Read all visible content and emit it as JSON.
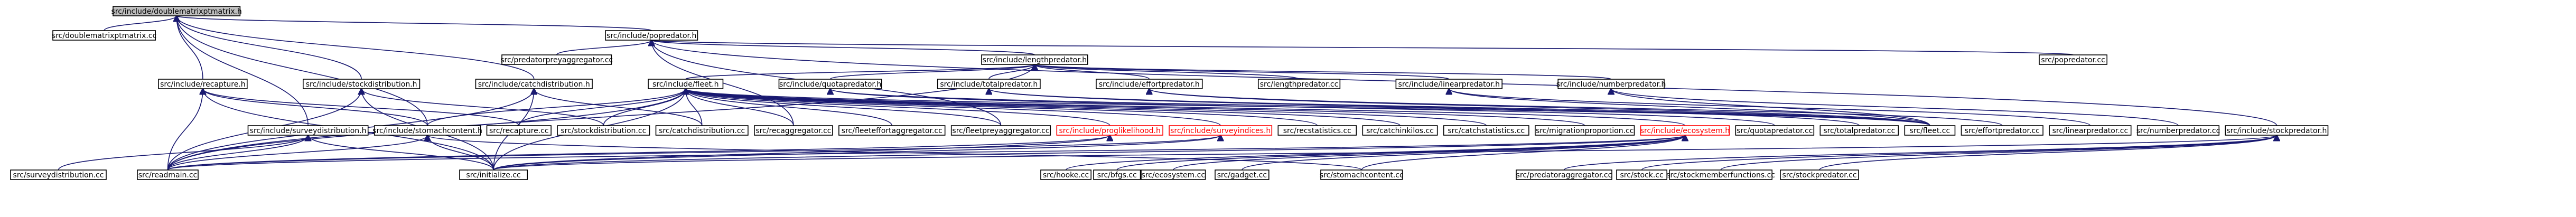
{
  "graph": {
    "colors": {
      "edge": "#191970",
      "root_fill": "#bfbfbf",
      "node_border": "#000000",
      "highlight": "#ff0000"
    },
    "nodes": [
      {
        "id": "root",
        "label": "src/include/doublematrixptmatrix.h",
        "style": "root"
      },
      {
        "id": "dmx_cc",
        "label": "src/doublematrixptmatrix.cc"
      },
      {
        "id": "popp",
        "label": "src/include/popredator.h"
      },
      {
        "id": "recap",
        "label": "src/include/recapture.h"
      },
      {
        "id": "stockd",
        "label": "src/include/stockdistribution.h"
      },
      {
        "id": "catchd",
        "label": "src/include/catchdistribution.h"
      },
      {
        "id": "survd",
        "label": "src/include/surveydistribution.h"
      },
      {
        "id": "predpreyagg",
        "label": "src/predatorpreyaggregator.cc"
      },
      {
        "id": "lenpred",
        "label": "src/include/lengthpredator.h"
      },
      {
        "id": "popp_cc",
        "label": "src/popredator.cc"
      },
      {
        "id": "fleet",
        "label": "src/include/fleet.h"
      },
      {
        "id": "quotap",
        "label": "src/include/quotapredator.h"
      },
      {
        "id": "totalp",
        "label": "src/include/totalpredator.h"
      },
      {
        "id": "effortp",
        "label": "src/include/effortpredator.h"
      },
      {
        "id": "lenpred_cc",
        "label": "src/lengthpredator.cc"
      },
      {
        "id": "linearp",
        "label": "src/include/linearpredator.h"
      },
      {
        "id": "nump",
        "label": "src/include/numberpredator.h"
      },
      {
        "id": "stomach",
        "label": "src/include/stomachcontent.h"
      },
      {
        "id": "recap_cc",
        "label": "src/recapture.cc"
      },
      {
        "id": "stockd_cc",
        "label": "src/stockdistribution.cc"
      },
      {
        "id": "catchd_cc",
        "label": "src/catchdistribution.cc"
      },
      {
        "id": "recagg",
        "label": "src/recaggregator.cc"
      },
      {
        "id": "fleeteffagg",
        "label": "src/fleeteffortaggregator.cc"
      },
      {
        "id": "fleetpreyagg",
        "label": "src/fleetpreyaggregator.cc"
      },
      {
        "id": "proglik",
        "label": "src/include/proglikelihood.h",
        "style": "red"
      },
      {
        "id": "survidx",
        "label": "src/include/surveyindices.h",
        "style": "red"
      },
      {
        "id": "recstat",
        "label": "src/recstatistics.cc"
      },
      {
        "id": "catchinkilos",
        "label": "src/catchinkilos.cc"
      },
      {
        "id": "catchstat",
        "label": "src/catchstatistics.cc"
      },
      {
        "id": "migprop",
        "label": "src/migrationproportion.cc"
      },
      {
        "id": "ecosys",
        "label": "src/include/ecosystem.h",
        "style": "red"
      },
      {
        "id": "quotap_cc",
        "label": "src/quotapredator.cc"
      },
      {
        "id": "totalp_cc",
        "label": "src/totalpredator.cc"
      },
      {
        "id": "fleet_cc",
        "label": "src/fleet.cc"
      },
      {
        "id": "effortp_cc",
        "label": "src/effortpredator.cc"
      },
      {
        "id": "linearp_cc",
        "label": "src/linearpredator.cc"
      },
      {
        "id": "nump_cc",
        "label": "src/numberpredator.cc"
      },
      {
        "id": "stockp",
        "label": "src/include/stockpredator.h"
      },
      {
        "id": "survd_cc",
        "label": "src/surveydistribution.cc"
      },
      {
        "id": "readmain",
        "label": "src/readmain.cc"
      },
      {
        "id": "initialize",
        "label": "src/initialize.cc"
      },
      {
        "id": "hooke",
        "label": "src/hooke.cc"
      },
      {
        "id": "bfgs",
        "label": "src/bfgs.cc"
      },
      {
        "id": "ecosys_cc",
        "label": "src/ecosystem.cc"
      },
      {
        "id": "gadget",
        "label": "src/gadget.cc"
      },
      {
        "id": "stomach_cc",
        "label": "src/stomachcontent.cc"
      },
      {
        "id": "predagg",
        "label": "src/predatoraggregator.cc"
      },
      {
        "id": "stock_cc",
        "label": "src/stock.cc"
      },
      {
        "id": "stockmember",
        "label": "src/stockmemberfunctions.cc"
      },
      {
        "id": "stockp_cc",
        "label": "src/stockpredator.cc"
      }
    ],
    "edges": [
      [
        "root",
        "dmx_cc"
      ],
      [
        "root",
        "popp"
      ],
      [
        "root",
        "recap"
      ],
      [
        "root",
        "stockd"
      ],
      [
        "root",
        "catchd"
      ],
      [
        "root",
        "survd"
      ],
      [
        "root",
        "stomach"
      ],
      [
        "popp",
        "predpreyagg"
      ],
      [
        "popp",
        "lenpred"
      ],
      [
        "popp",
        "popp_cc"
      ],
      [
        "popp",
        "stockp"
      ],
      [
        "popp",
        "recagg"
      ],
      [
        "popp",
        "fleetpreyagg"
      ],
      [
        "lenpred",
        "fleet"
      ],
      [
        "lenpred",
        "quotap"
      ],
      [
        "lenpred",
        "totalp"
      ],
      [
        "lenpred",
        "effortp"
      ],
      [
        "lenpred",
        "lenpred_cc"
      ],
      [
        "lenpred",
        "linearp"
      ],
      [
        "lenpred",
        "nump"
      ],
      [
        "lenpred",
        "readmain"
      ],
      [
        "fleet",
        "recap_cc"
      ],
      [
        "fleet",
        "stockd_cc"
      ],
      [
        "fleet",
        "catchd_cc"
      ],
      [
        "fleet",
        "recagg"
      ],
      [
        "fleet",
        "fleeteffagg"
      ],
      [
        "fleet",
        "fleetpreyagg"
      ],
      [
        "fleet",
        "proglik"
      ],
      [
        "fleet",
        "survidx"
      ],
      [
        "fleet",
        "recstat"
      ],
      [
        "fleet",
        "catchinkilos"
      ],
      [
        "fleet",
        "catchstat"
      ],
      [
        "fleet",
        "migprop"
      ],
      [
        "fleet",
        "ecosys"
      ],
      [
        "fleet",
        "fleet_cc"
      ],
      [
        "fleet",
        "stomach"
      ],
      [
        "fleet",
        "initialize"
      ],
      [
        "fleet",
        "readmain"
      ],
      [
        "quotap",
        "quotap_cc"
      ],
      [
        "quotap",
        "fleet_cc"
      ],
      [
        "totalp",
        "totalp_cc"
      ],
      [
        "totalp",
        "fleet_cc"
      ],
      [
        "effortp",
        "effortp_cc"
      ],
      [
        "effortp",
        "fleet_cc"
      ],
      [
        "linearp",
        "linearp_cc"
      ],
      [
        "linearp",
        "fleet_cc"
      ],
      [
        "nump",
        "nump_cc"
      ],
      [
        "nump",
        "fleet_cc"
      ],
      [
        "recap",
        "recap_cc"
      ],
      [
        "recap",
        "stomach"
      ],
      [
        "recap",
        "readmain"
      ],
      [
        "recap",
        "initialize"
      ],
      [
        "stockd",
        "stockd_cc"
      ],
      [
        "stockd",
        "readmain"
      ],
      [
        "stockd",
        "initialize"
      ],
      [
        "catchd",
        "catchd_cc"
      ],
      [
        "catchd",
        "readmain"
      ],
      [
        "catchd",
        "initialize"
      ],
      [
        "survd",
        "survd_cc"
      ],
      [
        "survd",
        "readmain"
      ],
      [
        "survd",
        "initialize"
      ],
      [
        "stomach",
        "stomach_cc"
      ],
      [
        "stomach",
        "readmain"
      ],
      [
        "stomach",
        "initialize"
      ],
      [
        "proglik",
        "readmain"
      ],
      [
        "proglik",
        "initialize"
      ],
      [
        "survidx",
        "readmain"
      ],
      [
        "survidx",
        "initialize"
      ],
      [
        "ecosys",
        "hooke"
      ],
      [
        "ecosys",
        "bfgs"
      ],
      [
        "ecosys",
        "ecosys_cc"
      ],
      [
        "ecosys",
        "gadget"
      ],
      [
        "ecosys",
        "readmain"
      ],
      [
        "ecosys",
        "initialize"
      ],
      [
        "ecosys",
        "stomach_cc"
      ],
      [
        "stockp",
        "predagg"
      ],
      [
        "stockp",
        "stock_cc"
      ],
      [
        "stockp",
        "stockmember"
      ],
      [
        "stockp",
        "stockp_cc"
      ],
      [
        "stockp",
        "initialize"
      ]
    ]
  }
}
